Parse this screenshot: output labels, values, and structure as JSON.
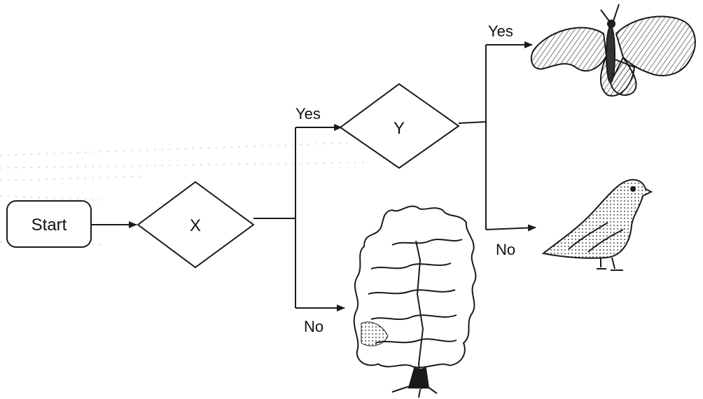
{
  "diagram": {
    "start": {
      "label": "Start"
    },
    "decisions": [
      {
        "id": "x",
        "label": "X"
      },
      {
        "id": "y",
        "label": "Y"
      }
    ],
    "edges": {
      "x_yes": "Yes",
      "x_no": "No",
      "y_yes": "Yes",
      "y_no": "No"
    },
    "outcomes": [
      {
        "id": "butterfly",
        "icon": "butterfly-icon"
      },
      {
        "id": "bird",
        "icon": "bird-icon"
      },
      {
        "id": "tree",
        "icon": "tree-icon"
      }
    ],
    "colors": {
      "line": "#1a1a1a",
      "fill": "#ffffff"
    }
  }
}
